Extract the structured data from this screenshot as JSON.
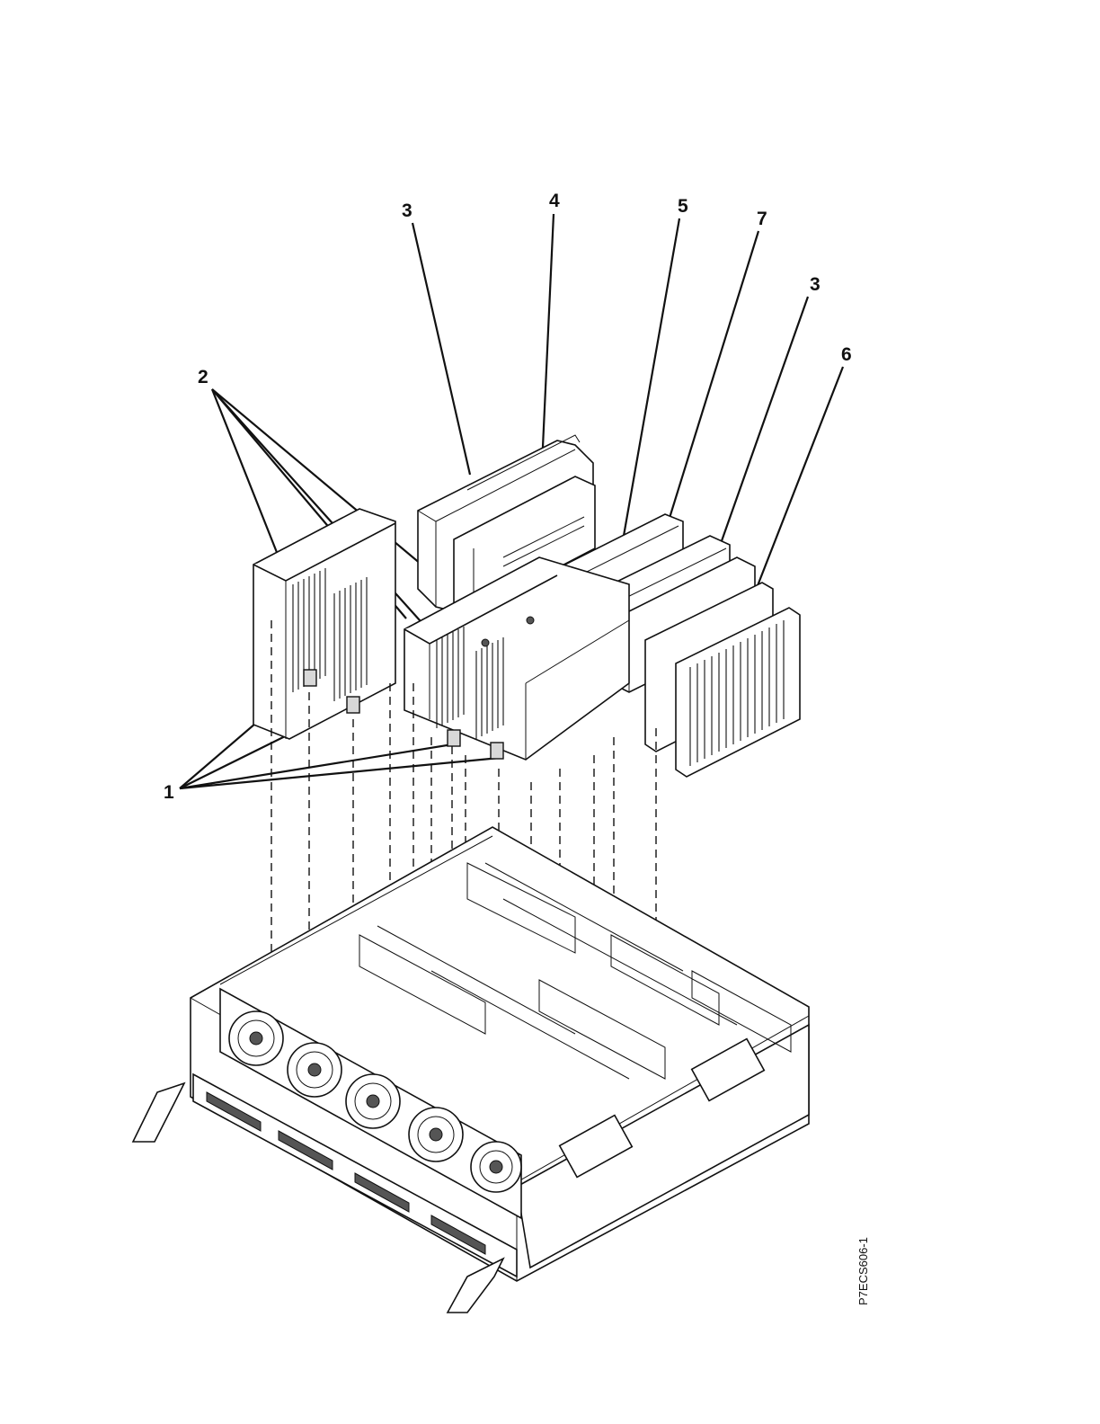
{
  "callouts": [
    {
      "id": "1",
      "text": "1"
    },
    {
      "id": "2",
      "text": "2"
    },
    {
      "id": "3a",
      "text": "3"
    },
    {
      "id": "4",
      "text": "4"
    },
    {
      "id": "5",
      "text": "5"
    },
    {
      "id": "7",
      "text": "7"
    },
    {
      "id": "3b",
      "text": "3"
    },
    {
      "id": "6",
      "text": "6"
    }
  ],
  "figure_id": "P7ECS606-1"
}
